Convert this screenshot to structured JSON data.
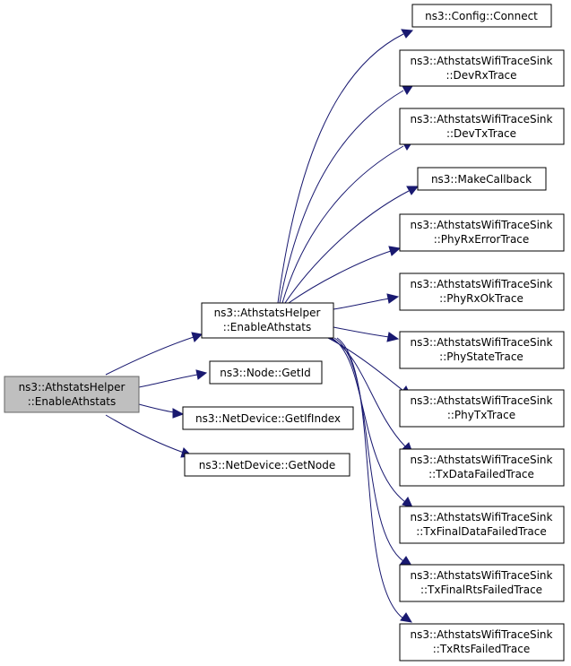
{
  "colors": {
    "edge": "#191970",
    "root_fill": "#bfbfbf",
    "node_fill": "#ffffff",
    "border": "#000000"
  },
  "nodes": {
    "root": {
      "lines": [
        "ns3::AthstatsHelper",
        "::EnableAthstats"
      ]
    },
    "enable2": {
      "lines": [
        "ns3::AthstatsHelper",
        "::EnableAthstats"
      ]
    },
    "nodeGetId": {
      "lines": [
        "ns3::Node::GetId"
      ]
    },
    "getIfIndex": {
      "lines": [
        "ns3::NetDevice::GetIfIndex"
      ]
    },
    "getNode": {
      "lines": [
        "ns3::NetDevice::GetNode"
      ]
    },
    "configConnect": {
      "lines": [
        "ns3::Config::Connect"
      ]
    },
    "devRx": {
      "lines": [
        "ns3::AthstatsWifiTraceSink",
        "::DevRxTrace"
      ]
    },
    "devTx": {
      "lines": [
        "ns3::AthstatsWifiTraceSink",
        "::DevTxTrace"
      ]
    },
    "makeCallback": {
      "lines": [
        "ns3::MakeCallback"
      ]
    },
    "phyRxError": {
      "lines": [
        "ns3::AthstatsWifiTraceSink",
        "::PhyRxErrorTrace"
      ]
    },
    "phyRxOk": {
      "lines": [
        "ns3::AthstatsWifiTraceSink",
        "::PhyRxOkTrace"
      ]
    },
    "phyState": {
      "lines": [
        "ns3::AthstatsWifiTraceSink",
        "::PhyStateTrace"
      ]
    },
    "phyTx": {
      "lines": [
        "ns3::AthstatsWifiTraceSink",
        "::PhyTxTrace"
      ]
    },
    "txDataFailed": {
      "lines": [
        "ns3::AthstatsWifiTraceSink",
        "::TxDataFailedTrace"
      ]
    },
    "txFinalDataFailed": {
      "lines": [
        "ns3::AthstatsWifiTraceSink",
        "::TxFinalDataFailedTrace"
      ]
    },
    "txFinalRtsFailed": {
      "lines": [
        "ns3::AthstatsWifiTraceSink",
        "::TxFinalRtsFailedTrace"
      ]
    },
    "txRtsFailed": {
      "lines": [
        "ns3::AthstatsWifiTraceSink",
        "::TxRtsFailedTrace"
      ]
    }
  }
}
